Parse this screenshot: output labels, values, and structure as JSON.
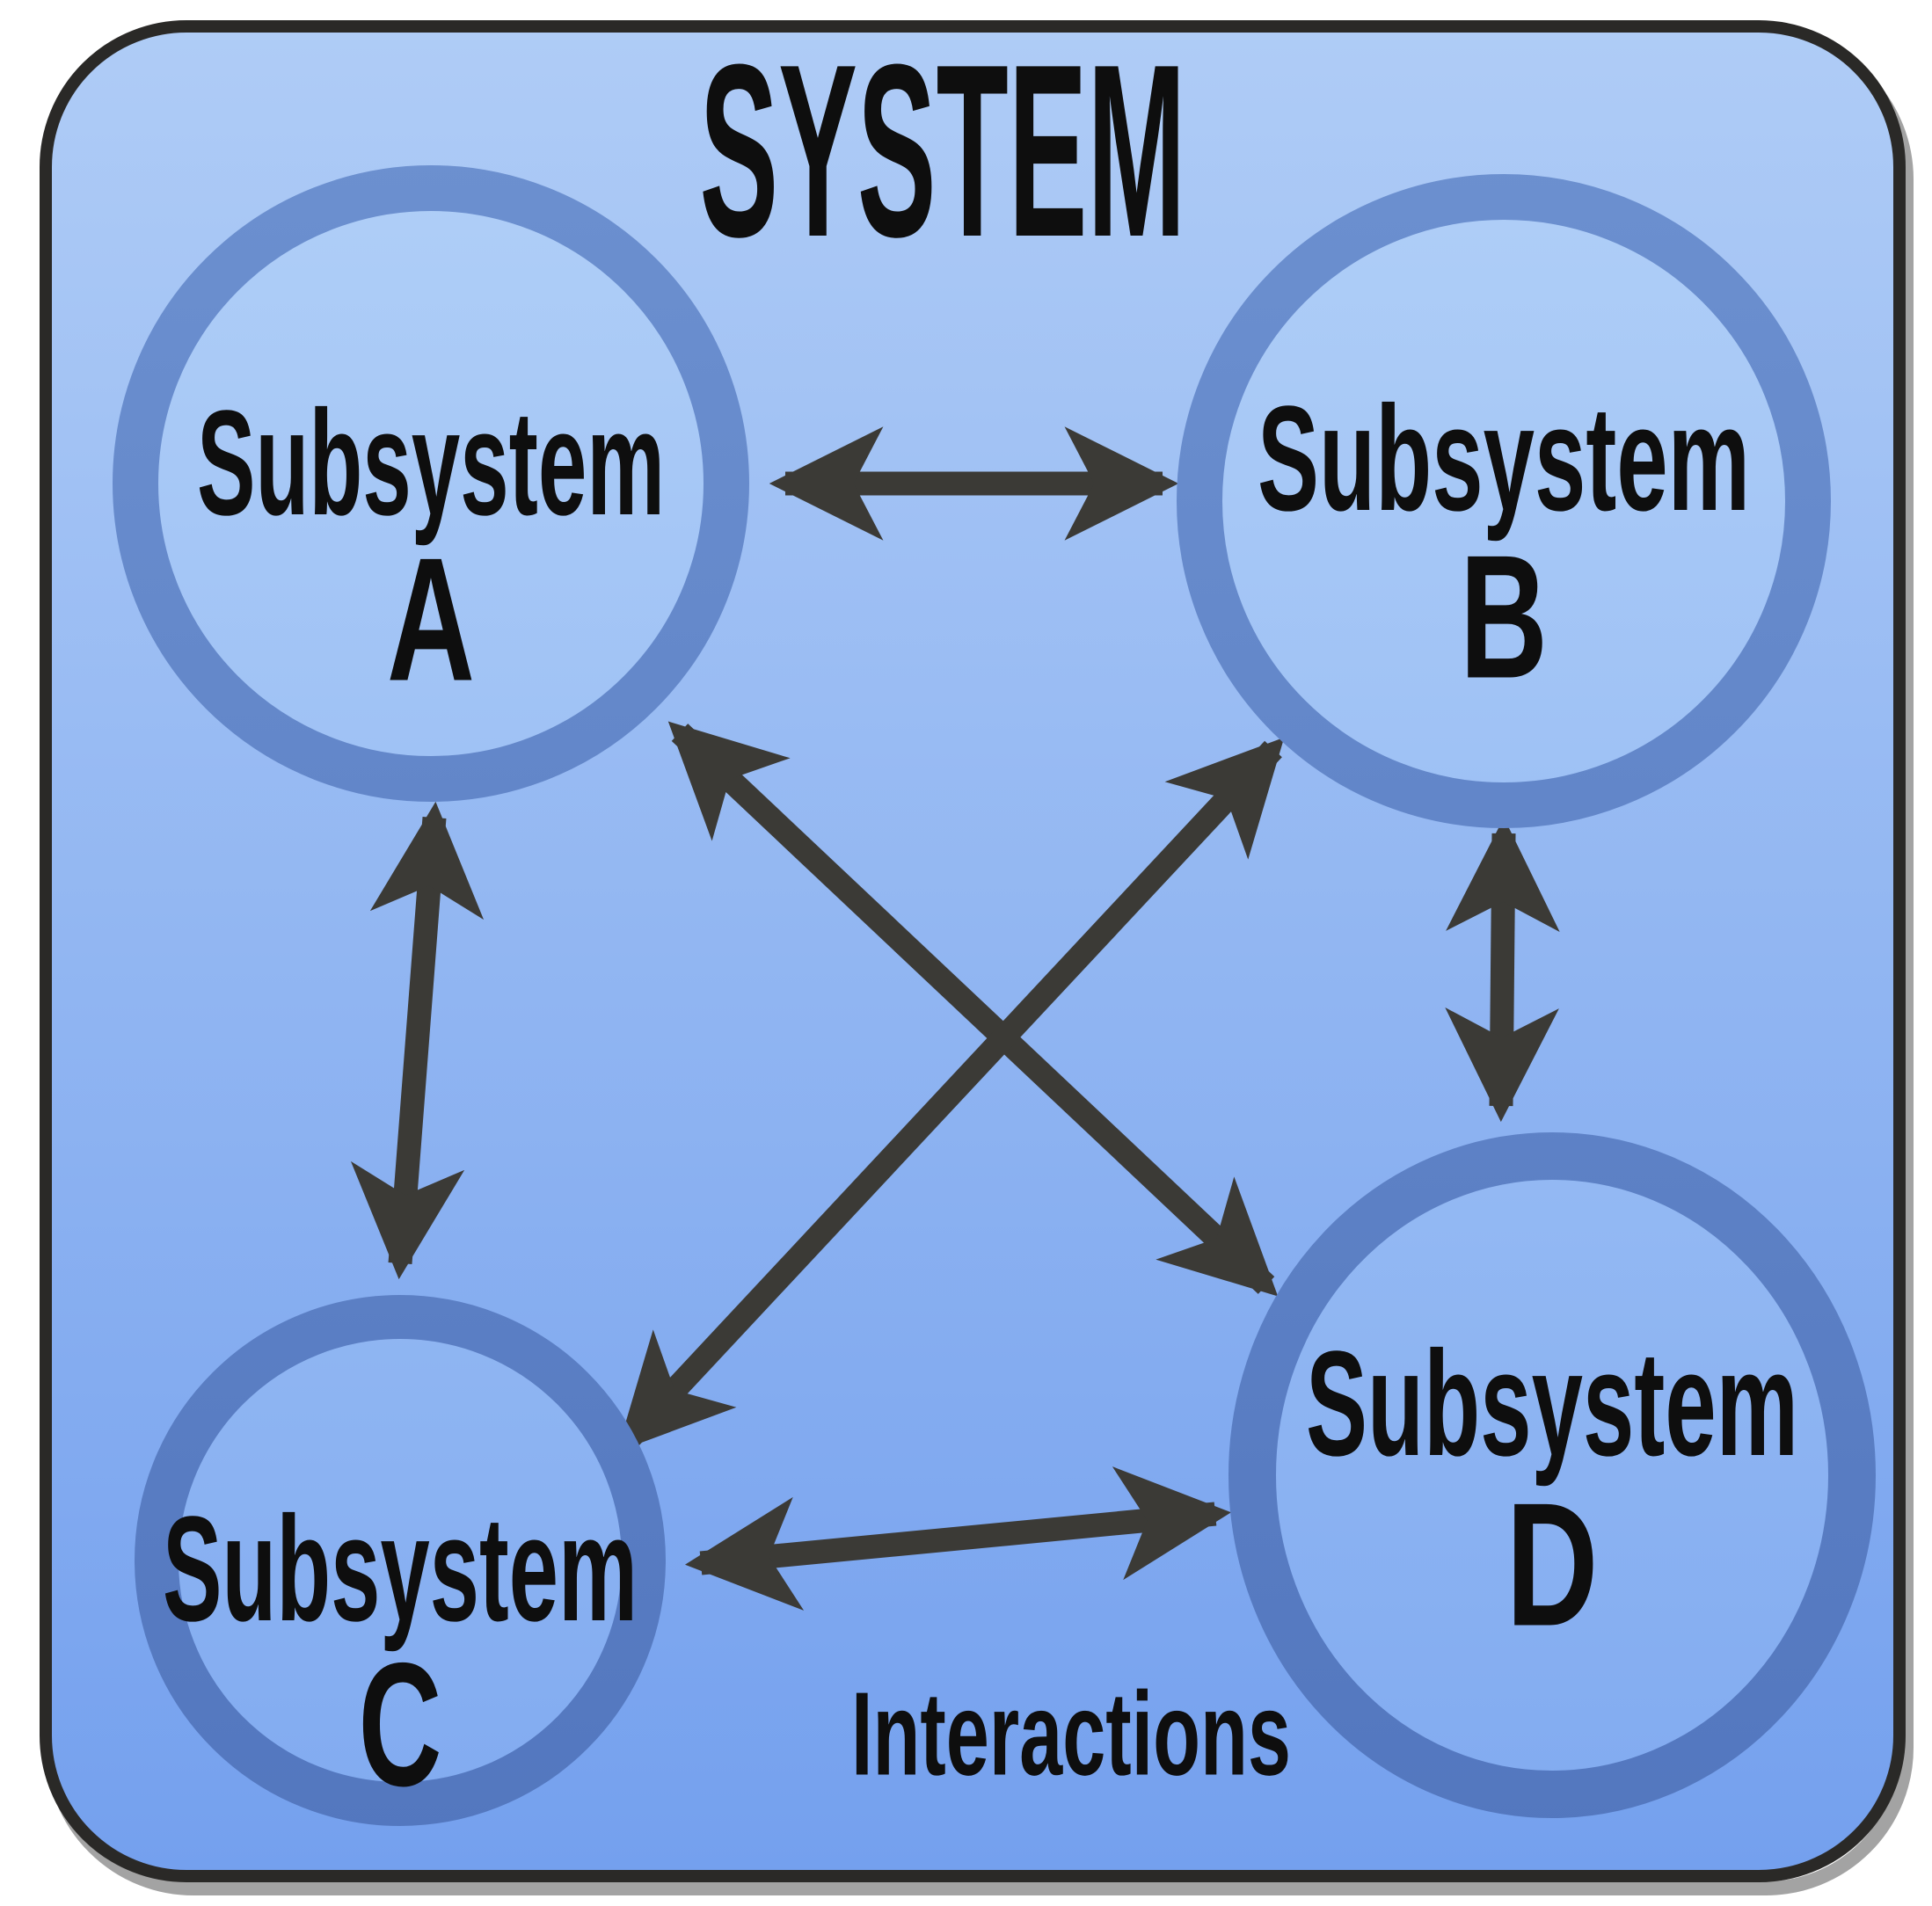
{
  "diagram": {
    "title": "SYSTEM",
    "caption": "Interactions",
    "nodes": [
      {
        "id": "A",
        "line1": "Subsystem",
        "line2": "A"
      },
      {
        "id": "B",
        "line1": "Subsystem",
        "line2": "B"
      },
      {
        "id": "C",
        "line1": "Subsystem",
        "line2": "C"
      },
      {
        "id": "D",
        "line1": "Subsystem",
        "line2": "D"
      }
    ],
    "edges": [
      {
        "from": "Subsystem A",
        "to": "Subsystem B",
        "bidirectional": true
      },
      {
        "from": "Subsystem A",
        "to": "Subsystem C",
        "bidirectional": true
      },
      {
        "from": "Subsystem B",
        "to": "Subsystem D",
        "bidirectional": true
      },
      {
        "from": "Subsystem C",
        "to": "Subsystem D",
        "bidirectional": true
      },
      {
        "from": "Subsystem A",
        "to": "Subsystem D",
        "bidirectional": true
      },
      {
        "from": "Subsystem C",
        "to": "Subsystem B",
        "bidirectional": true
      }
    ],
    "colors": {
      "background_top": "#afccf6",
      "background_bottom": "#74a0ee",
      "node_fill_top": "#b4d2f8",
      "node_fill_bottom": "#7fa9f0",
      "ring_top": "#6e92d1",
      "ring_bottom": "#5276be",
      "arrow": "#3b3a36",
      "border": "#2a2927",
      "text": "#0e0e0e"
    }
  }
}
